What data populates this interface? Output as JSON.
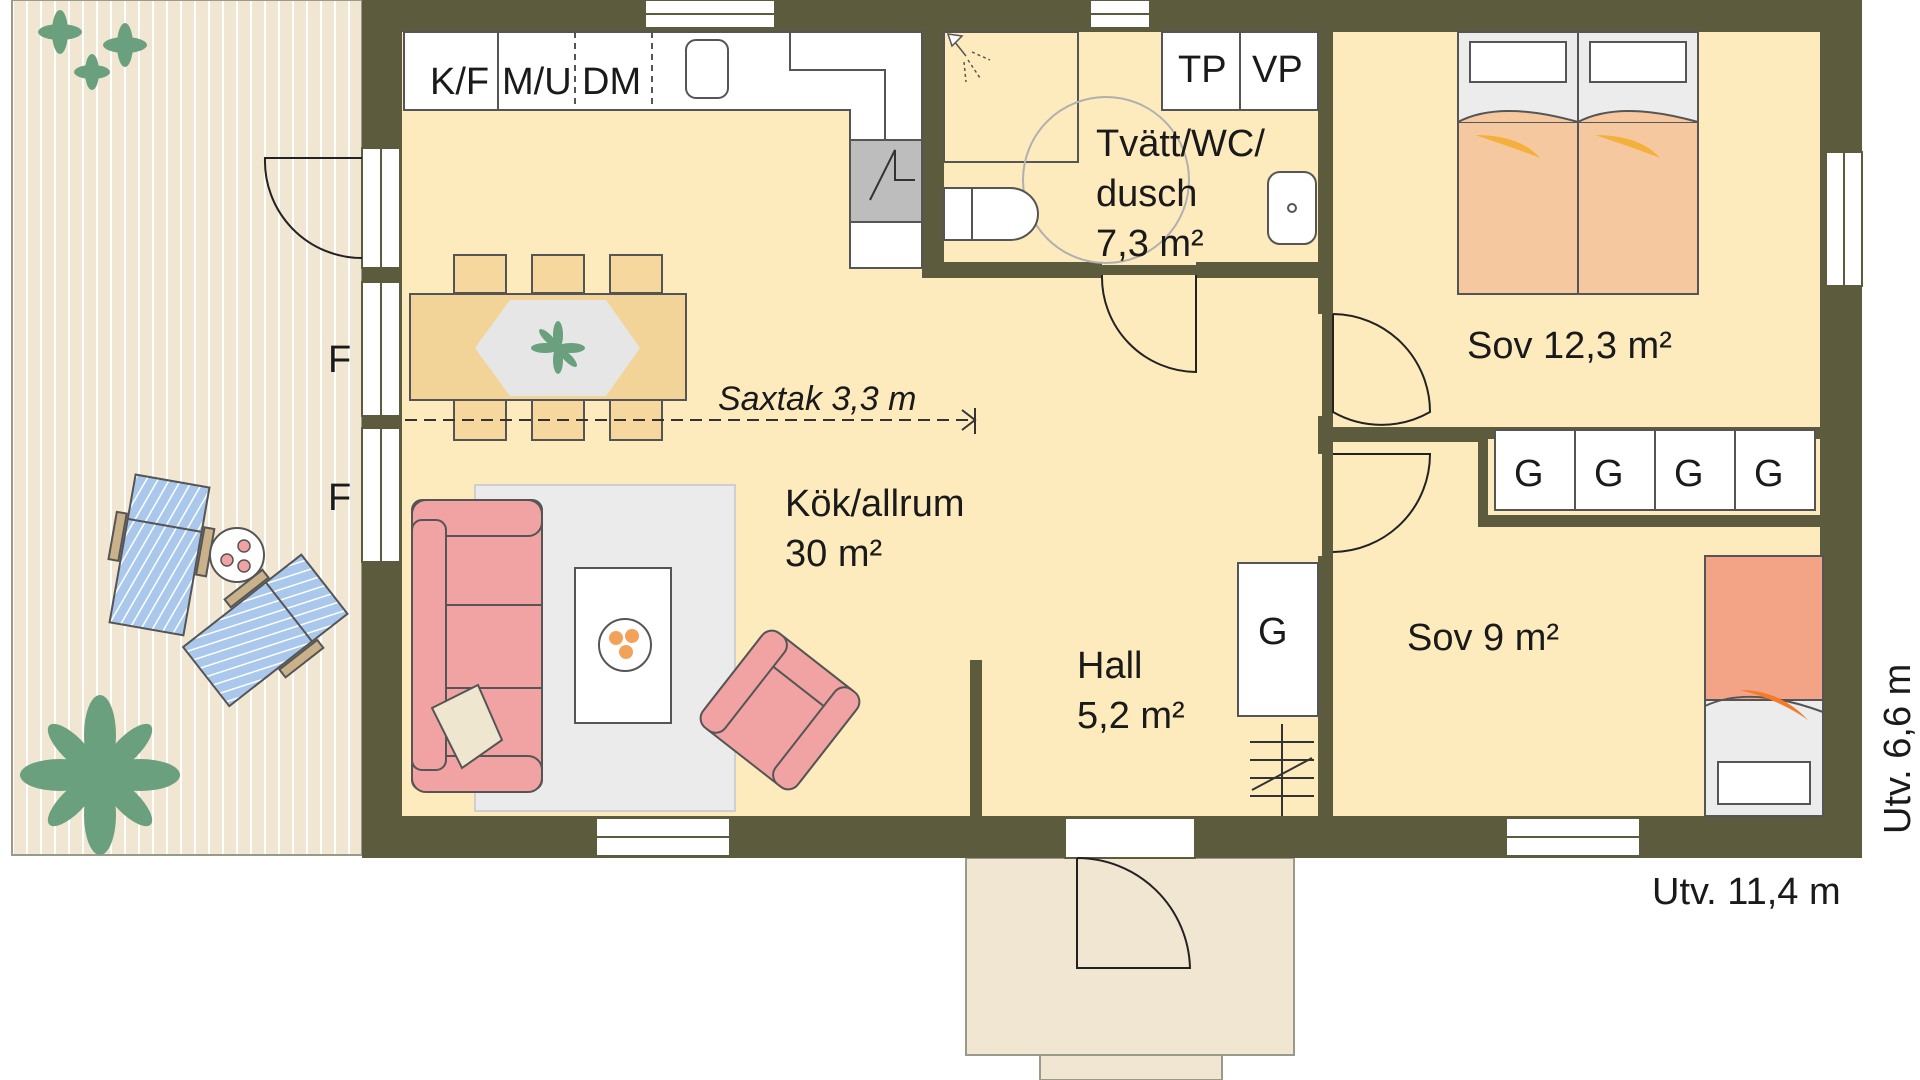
{
  "rooms": {
    "kitchen_name": "Kök/allrum",
    "kitchen_area": "30 m²",
    "laundry_name_1": "Tvätt/WC/",
    "laundry_name_2": "dusch",
    "laundry_area": "7,3 m²",
    "bed1_name": "Sov 12,3 m²",
    "bed2_name": "Sov 9 m²",
    "hall_name": "Hall",
    "hall_area": "5,2 m²"
  },
  "fixtures": {
    "kf": "K/F",
    "mu": "M/U",
    "dm": "DM",
    "tp": "TP",
    "vp": "VP",
    "wardrobe": "G",
    "window_door": "F"
  },
  "annotations": {
    "saxtak": "Saxtak 3,3 m",
    "width": "Utv. 11,4 m",
    "depth": "Utv. 6,6 m"
  },
  "colors": {
    "wall": "#5c5b3e",
    "floor": "#fdebbd",
    "deck": "#f1e6d2",
    "sofa": "#f1a3a3",
    "bed": "#f6c8a0",
    "bed_single": "#f3a486",
    "chair": "#f6d89e",
    "rug": "#ebebeb",
    "chair_blue": "#a9c8ec",
    "plant": "#6aa07e"
  }
}
